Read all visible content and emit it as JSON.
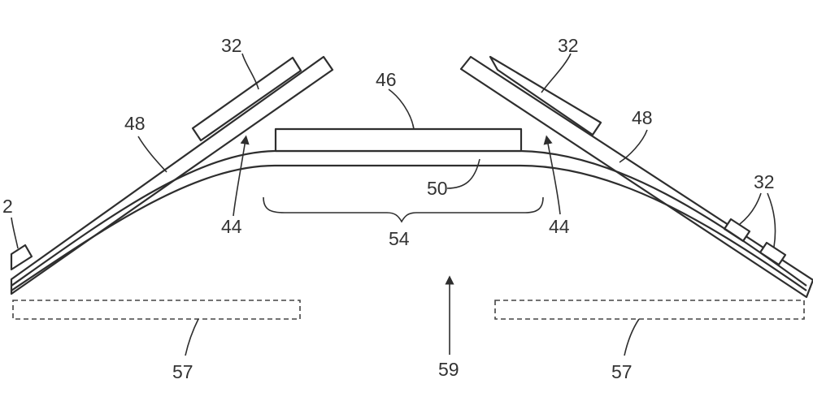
{
  "figure": {
    "labels": {
      "top_left_mount": "32",
      "top_right_mount": "32",
      "right_mounts": "32",
      "left_edge_mount": "2",
      "center_component": "46",
      "left_panel": "48",
      "right_panel": "48",
      "film_layer": "50",
      "left_gap": "44",
      "right_gap": "44",
      "center_region": "54",
      "left_dashed_part": "57",
      "right_dashed_part": "57",
      "airflow_arrow": "59"
    },
    "colors": {
      "line": "#2e2e2e",
      "text": "#333333",
      "background": "#ffffff"
    }
  }
}
